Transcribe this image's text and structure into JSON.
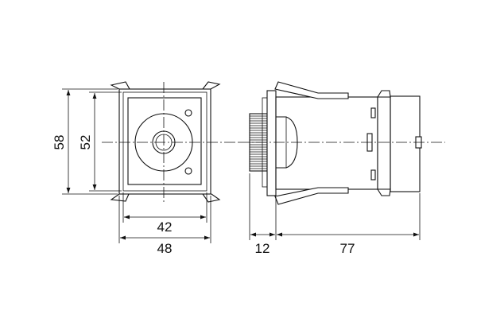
{
  "dimensions": {
    "front_outer_height": "58",
    "front_inner_height": "52",
    "front_inner_width": "42",
    "front_outer_width": "48",
    "side_knob_depth": "12",
    "side_body_depth": "77"
  }
}
